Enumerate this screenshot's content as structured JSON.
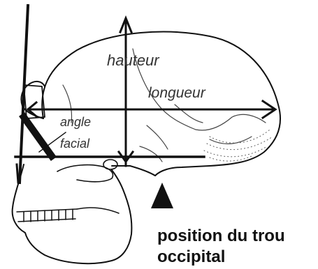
{
  "labels": {
    "hauteur": "hauteur",
    "longueur": "longueur",
    "angle_line1": "angle",
    "angle_line2": "facial",
    "trou_line1": "position du trou",
    "trou_line2": "occipital"
  },
  "colors": {
    "ink": "#111111",
    "label": "#333333",
    "background": "#ffffff"
  }
}
